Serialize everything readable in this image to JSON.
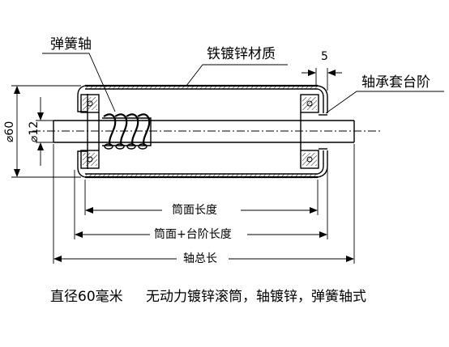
{
  "labels": {
    "spring_shaft": "弹簧轴",
    "material": "铁镀锌材质",
    "gap": "5",
    "bearing_step": "轴承套台阶",
    "dia_outer": "⌀60",
    "dia_shaft": "⌀12",
    "tube_length": "筒面长度",
    "tube_step_length": "筒面+台阶长度",
    "shaft_length": "轴总长"
  },
  "caption": {
    "left": "直径60毫米",
    "right": "无动力镀锌滚筒，轴镀锌，弹簧轴式"
  }
}
